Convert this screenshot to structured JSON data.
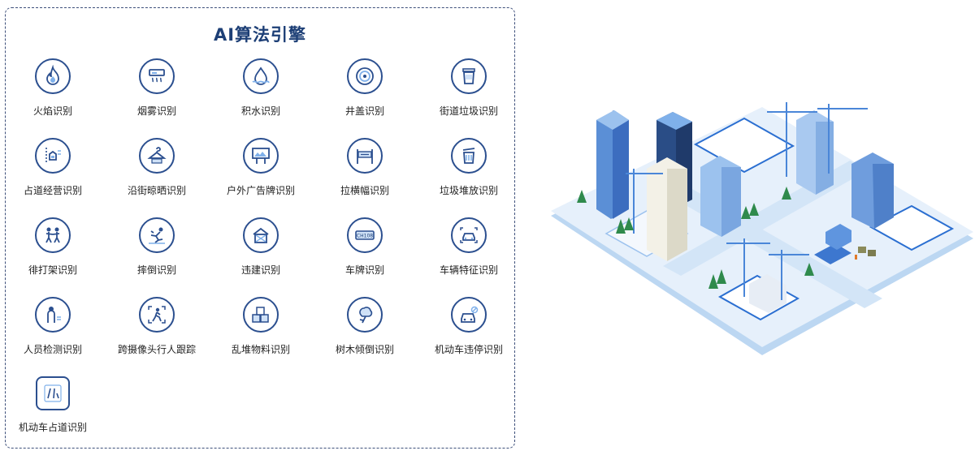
{
  "panel": {
    "title": "AI算法引擎",
    "items": [
      {
        "label": "火焰识别",
        "icon": "flame-icon"
      },
      {
        "label": "烟雾识别",
        "icon": "smoke-detector-icon"
      },
      {
        "label": "积水识别",
        "icon": "water-drop-icon"
      },
      {
        "label": "井盖识别",
        "icon": "manhole-cover-icon"
      },
      {
        "label": "街道垃圾识别",
        "icon": "trash-can-icon"
      },
      {
        "label": "占道经营识别",
        "icon": "street-stall-icon"
      },
      {
        "label": "沿街晾晒识别",
        "icon": "clothes-hanger-icon"
      },
      {
        "label": "户外广告牌识别",
        "icon": "billboard-icon"
      },
      {
        "label": "拉横幅识别",
        "icon": "banner-icon"
      },
      {
        "label": "垃圾堆放识别",
        "icon": "garbage-pile-icon"
      },
      {
        "label": "徘打架识别",
        "icon": "fighting-icon"
      },
      {
        "label": "摔倒识别",
        "icon": "fall-icon"
      },
      {
        "label": "违建识别",
        "icon": "illegal-building-icon"
      },
      {
        "label": "车牌识别",
        "icon": "license-plate-icon"
      },
      {
        "label": "车辆特征识别",
        "icon": "vehicle-feature-icon"
      },
      {
        "label": "人员检测识别",
        "icon": "person-detection-icon"
      },
      {
        "label": "跨摄像头行人跟踪",
        "icon": "pedestrian-tracking-icon"
      },
      {
        "label": "乱堆物料识别",
        "icon": "boxes-icon"
      },
      {
        "label": "树木倾倒识别",
        "icon": "tree-icon"
      },
      {
        "label": "机动车违停识别",
        "icon": "car-parking-icon"
      },
      {
        "label": "机动车占道识别",
        "icon": "lane-occupy-icon"
      }
    ],
    "plate_text": "CH108"
  },
  "colors": {
    "accent": "#2b4f8f",
    "title": "#1d3f76",
    "border": "#3d4f7a"
  }
}
